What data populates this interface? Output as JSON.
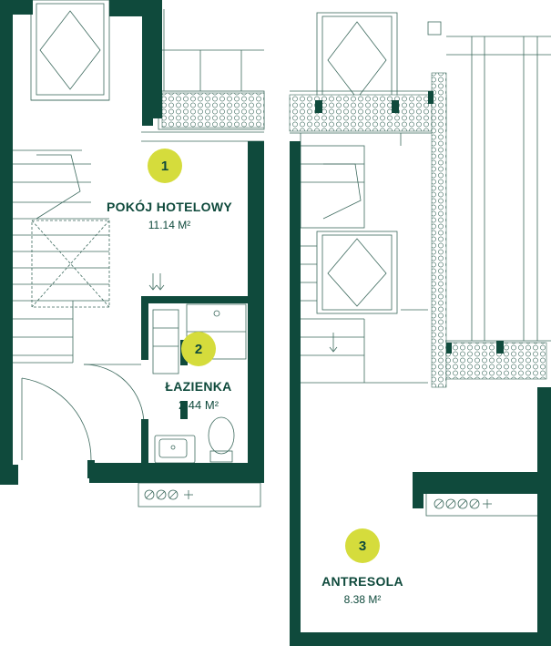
{
  "colors": {
    "wall": "#0f4a3c",
    "line": "#3d6a5e",
    "badge": "#d5dc3c",
    "background": "#ffffff"
  },
  "rooms": [
    {
      "number": "1",
      "name": "POKÓJ HOTELOWY",
      "area": "11.14 M²"
    },
    {
      "number": "2",
      "name": "ŁAZIENKA",
      "area": "2.44 M²"
    },
    {
      "number": "3",
      "name": "ANTRESOLA",
      "area": "8.38 M²"
    }
  ]
}
